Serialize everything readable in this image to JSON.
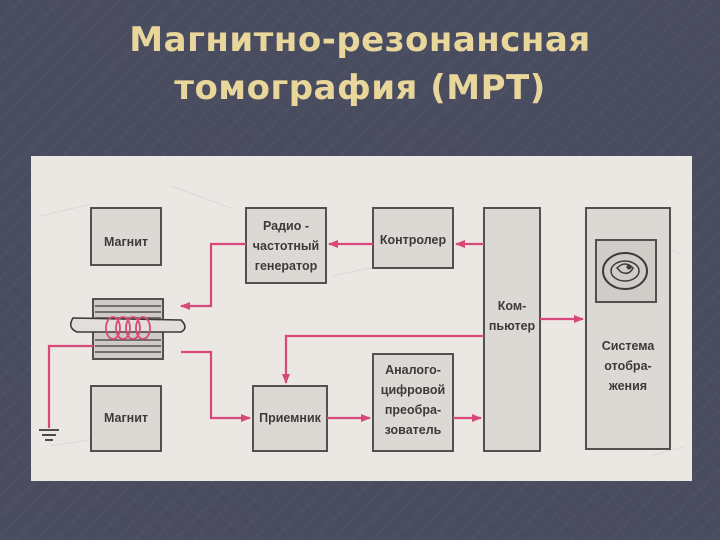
{
  "slide": {
    "title_line1": "Магнитно-резонансная",
    "title_line2": "томография (МРТ)"
  },
  "diagram": {
    "magnet_top": "Магнит",
    "magnet_bottom": "Магнит",
    "rf_generator": [
      "Радио -",
      "частотный",
      "генератор"
    ],
    "controller": "Контролер",
    "receiver": "Приемник",
    "adc": [
      "Аналого-",
      "цифровой",
      "преобра-",
      "зователь"
    ],
    "computer": [
      "Ком-",
      "пьютер"
    ],
    "display": [
      "Система",
      "отобра-",
      "жения"
    ]
  },
  "colors": {
    "title": "#e8d69a",
    "background": "#4a4c60",
    "figure_bg": "#ebe7e3",
    "arrow": "#d9487a",
    "box_fill": "#dcd8d4",
    "box_stroke": "#555050"
  }
}
